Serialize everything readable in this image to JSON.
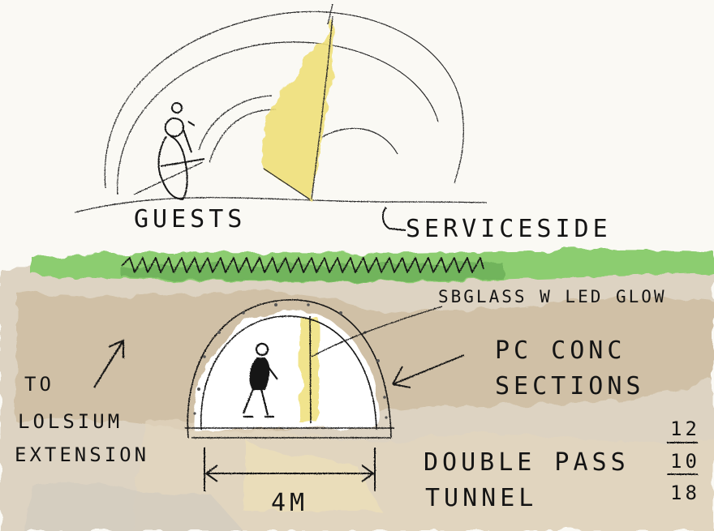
{
  "labels": {
    "guests": "GUESTS",
    "service_side": "SERVICESIDE",
    "sb_glass": "SBGLASS W LED GLOW",
    "pc_conc": "PC CONC",
    "sections": "SECTIONS",
    "to": "TO",
    "colisium": "LOLSIUM",
    "extension": "EXTENSION",
    "double_pass": "DOUBLE PASS",
    "tunnel": "TUNNEL",
    "dimension": "4M"
  },
  "date": {
    "day": "12",
    "month": "10",
    "year": "18"
  },
  "colors": {
    "grass": "#7cc464",
    "earth": "#c9b79c",
    "glass": "#efe07a",
    "ink": "#141414"
  },
  "icons": [
    "person-sitting-icon",
    "person-walking-icon",
    "up-arrow-icon",
    "pointer-arrow-icon"
  ]
}
